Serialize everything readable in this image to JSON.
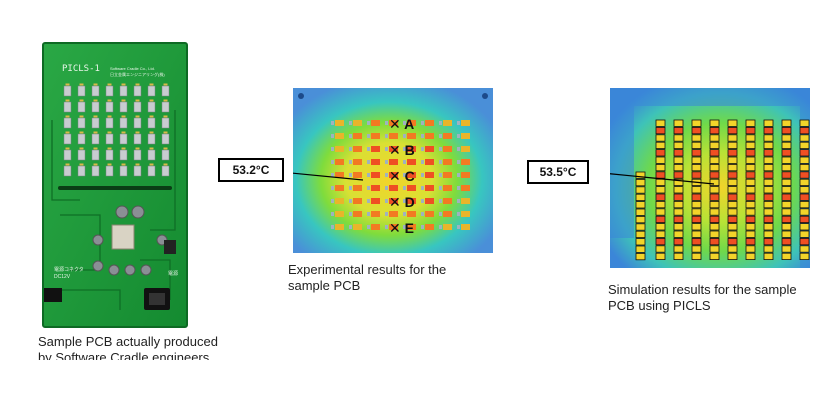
{
  "pcb_photo": {
    "board_title": "PICLS-1",
    "company_line1": "Software Cradle Co., Ltd.",
    "company_line2": "日立金属エンジニアリング(株)",
    "dc_label": "DC12V",
    "power_label": "電源コネクタ",
    "switch_label": "電源",
    "colors": {
      "board": "#1f9a3a",
      "board_dark": "#137a2a",
      "component": "#c8ccd0"
    }
  },
  "panels": [
    {
      "id": "photo",
      "caption_line1": "Sample PCB actually produced",
      "caption_line2": "by Software Cradle engineers"
    },
    {
      "id": "experimental",
      "caption_line1": "Experimental results for the",
      "caption_line2": "sample PCB",
      "callout": "53.2°C",
      "point_labels": [
        "A",
        "B",
        "C",
        "D",
        "E"
      ]
    },
    {
      "id": "simulation",
      "caption_line1": "Simulation results for the sample",
      "caption_line2": "PCB using PICLS",
      "callout": "53.5°C"
    }
  ],
  "colors": {
    "cold": "#2f7fd6",
    "cool": "#38c6c0",
    "mid": "#7fdc3c",
    "warm": "#f2d42a",
    "hot": "#ef4f23"
  }
}
